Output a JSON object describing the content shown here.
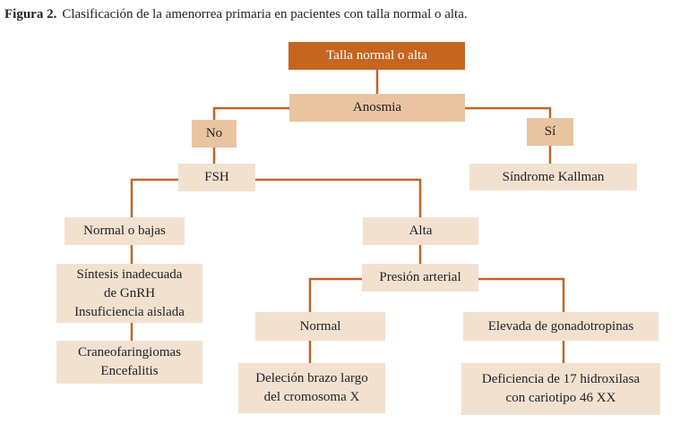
{
  "caption": {
    "label": "Figura 2.",
    "text": "Clasificación de la amenorrea primaria en pacientes con talla normal o alta."
  },
  "colors": {
    "root": "#c5651f",
    "level": "#e9c4a1",
    "leaf": "#f3e1d0",
    "connector": "#c0652a"
  },
  "nodes": {
    "root": "Talla normal o alta",
    "anosmia": "Anosmia",
    "no": "No",
    "si": "Sí",
    "fsh": "FSH",
    "kallman": "Síndrome Kallman",
    "normal_bajas": "Normal o bajas",
    "alta": "Alta",
    "presion": "Presión arterial",
    "sintesis": [
      "Síntesis inadecuada",
      "de GnRH",
      "Insuficiencia aislada"
    ],
    "craneo": [
      "Craneofaringiomas",
      "Encefalitis"
    ],
    "normal": "Normal",
    "elevada": "Elevada de gonadotropinas",
    "delecion": [
      "Deleción brazo largo",
      "del cromosoma X"
    ],
    "deficiencia": [
      "Deficiencia de 17 hidroxilasa",
      "con cariotipo 46 XX"
    ]
  }
}
